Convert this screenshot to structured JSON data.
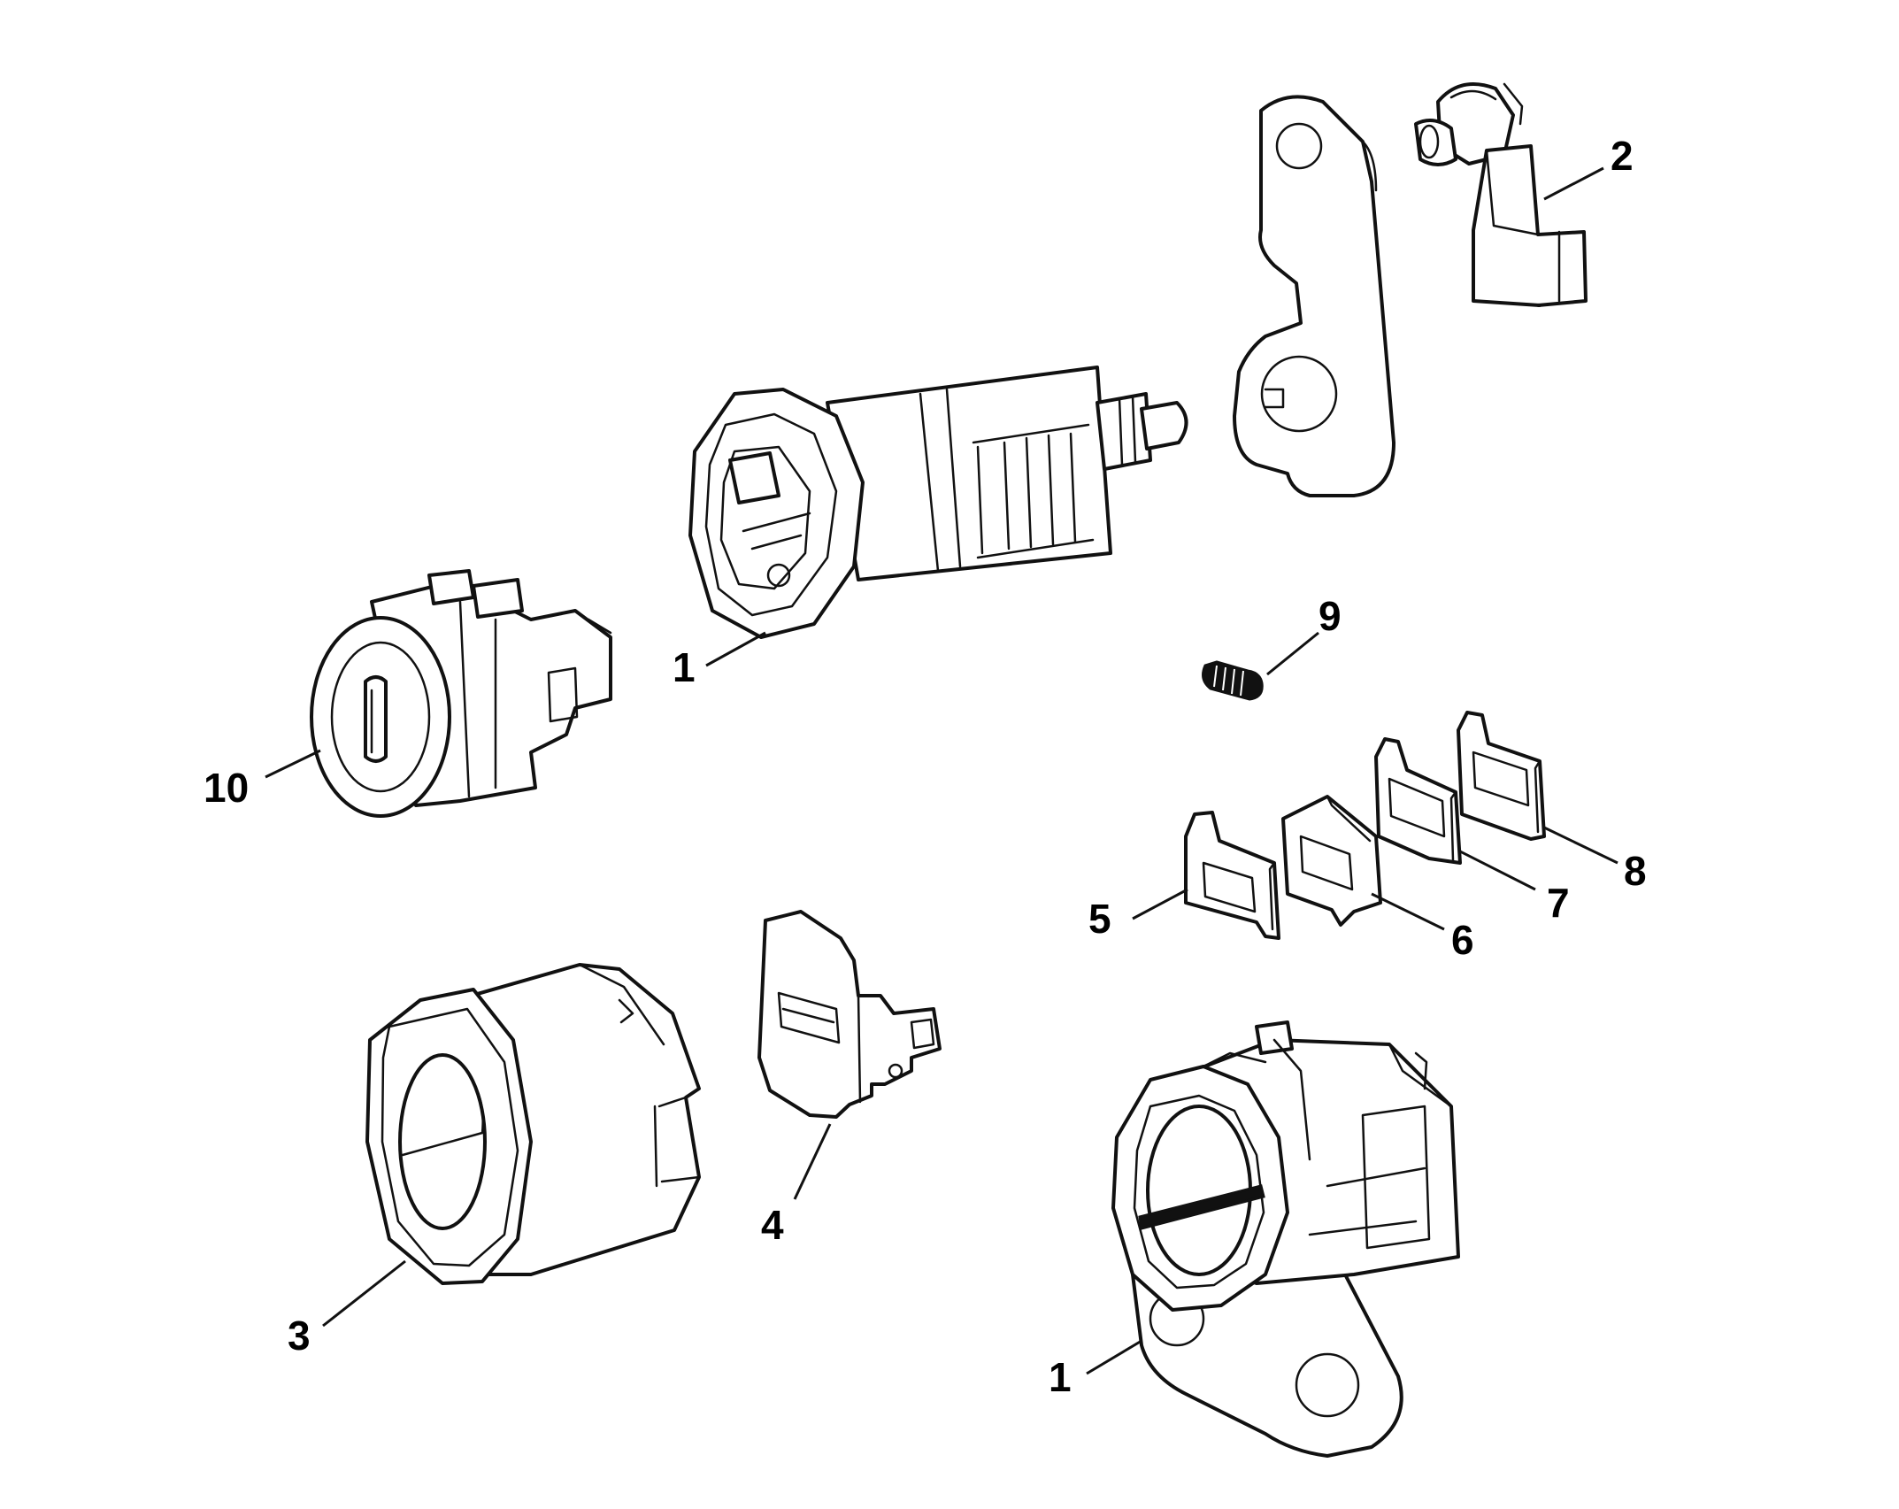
{
  "callouts": {
    "c1_top": "1",
    "c2": "2",
    "c3": "3",
    "c4": "4",
    "c5": "5",
    "c6": "6",
    "c7": "7",
    "c8": "8",
    "c9": "9",
    "c10": "10",
    "c1_bottom": "1"
  },
  "colors": {
    "line": "#111111",
    "background": "#ffffff"
  }
}
